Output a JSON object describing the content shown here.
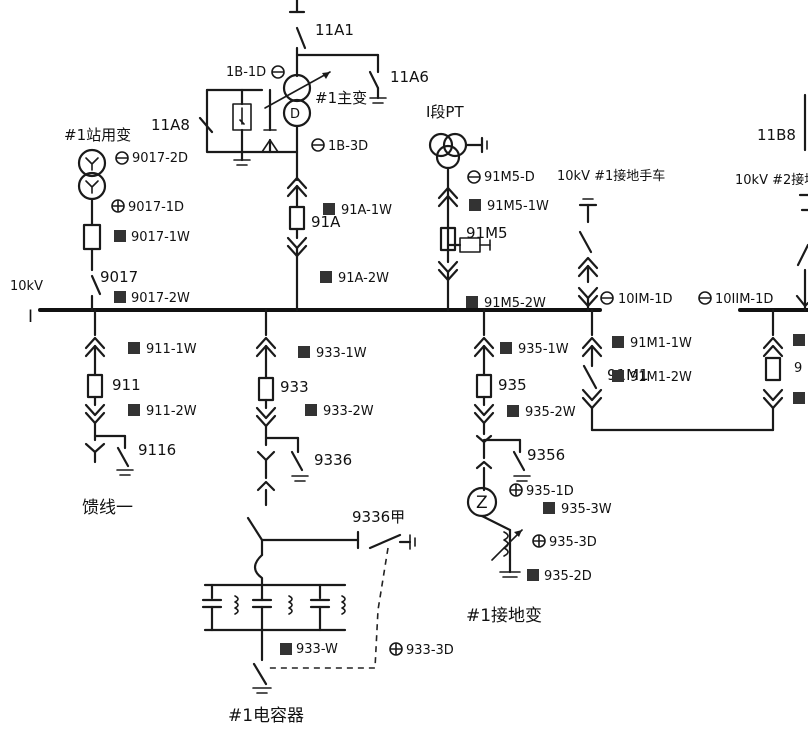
{
  "labels": {
    "bus_voltage": "10kV",
    "bus_symbol": "I",
    "sw_11A1": "11A1",
    "sw_11A6": "11A6",
    "gnd_1B1D": "1B-1D",
    "gnd_1B3D": "1B-3D",
    "transformer_1": "#1主变",
    "sw_11A8": "11A8",
    "sw_91A1W": "91A-1W",
    "brk_91A": "91A",
    "sw_91A2W": "91A-2W",
    "station_tx": "#1站用变",
    "gnd_90172D": "9017-2D",
    "gnd_90171D": "9017-1D",
    "sw_90171W": "9017-1W",
    "brk_9017": "9017",
    "sw_90172W": "9017-2W",
    "pt_title": "I段PT",
    "gnd_91M5D": "91M5-D",
    "sw_91M51W": "91M5-1W",
    "fuse_91M5": "91M5",
    "sw_91M52W": "91M5-2W",
    "gnd_cart_1": "10kV #1接地手车",
    "gnd_cart_2": "10kV #2接地",
    "sw_11B8": "11B8",
    "gnd_10IM1D": "10IM-1D",
    "gnd_10IIM1D": "10IIM-1D",
    "sw_9111W": "911-1W",
    "brk_911": "911",
    "sw_9112W": "911-2W",
    "gnd_9116": "9116",
    "feeder_1": "馈线一",
    "sw_9331W": "933-1W",
    "brk_933": "933",
    "sw_9332W": "933-2W",
    "gnd_9336": "9336",
    "sw_9336jia": "9336甲",
    "sw_933W": "933-W",
    "gnd_9333D": "933-3D",
    "capacitor_1": "#1电容器",
    "sw_9351W": "935-1W",
    "brk_935": "935",
    "sw_9352W": "935-2W",
    "gnd_9356": "9356",
    "gnd_9351D": "935-1D",
    "sw_9353W": "935-3W",
    "gnd_9353D": "935-3D",
    "gnd_9352D": "935-2D",
    "earthing_tx": "#1接地变",
    "sw_91M11W": "91M1-1W",
    "brk_91M1": "91M1",
    "sw_91M12W": "91M1-2W"
  },
  "colors": {
    "ink": "#1a1a1a",
    "paper": "#ffffff"
  }
}
